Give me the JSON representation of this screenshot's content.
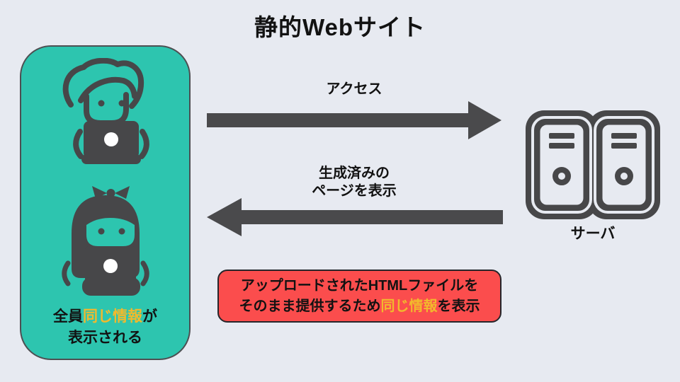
{
  "title": "静的Webサイト",
  "users_panel": {
    "caption": {
      "line1_pre": "全員",
      "line1_highlight": "同じ情報",
      "line1_post": "が",
      "line2": "表示される"
    },
    "icons": [
      "person-with-laptop-icon",
      "girl-with-laptop-icon"
    ]
  },
  "flow": {
    "request_label": "アクセス",
    "response_label_line1": "生成済みの",
    "response_label_line2": "ページを表示"
  },
  "server": {
    "label": "サーバ",
    "icon": "server-towers-icon"
  },
  "note": {
    "line1": "アップロードされたHTMLファイルを",
    "line2_pre": "そのまま提供するため",
    "line2_highlight": "同じ情報",
    "line2_post": "を表示"
  },
  "colors": {
    "background": "#E7EAF1",
    "panel_teal": "#2DC5AF",
    "icon_dark": "#474749",
    "highlight_yellow": "#F2B92C",
    "note_red": "#FB4D4D",
    "text": "#121212"
  }
}
